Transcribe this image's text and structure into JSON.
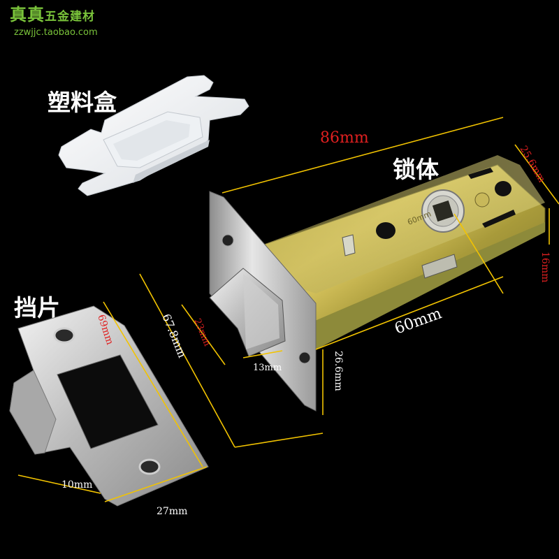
{
  "brand": {
    "name": "真真",
    "subtitle": "五金建材",
    "url": "zzwjjc.taobao.com"
  },
  "labels": {
    "plastic_box": "塑料盒",
    "lock_body": "锁体",
    "strike_plate": "挡片"
  },
  "dimensions": {
    "length": "86mm",
    "depth": "25.6mm",
    "height_small": "16mm",
    "backset": "60mm",
    "faceplate_height": "67.8mm",
    "latch_height": "23mm",
    "latch_projection": "13mm",
    "faceplate_width": "26.6mm",
    "strike_height": "69mm",
    "strike_lip": "10mm",
    "strike_width": "27mm"
  },
  "engraving": "60mm",
  "colors": {
    "dimension_line": "#f2c300",
    "dimension_text_white": "#ffffff",
    "dimension_text_red": "#e02020",
    "brand": "#79c23a"
  }
}
